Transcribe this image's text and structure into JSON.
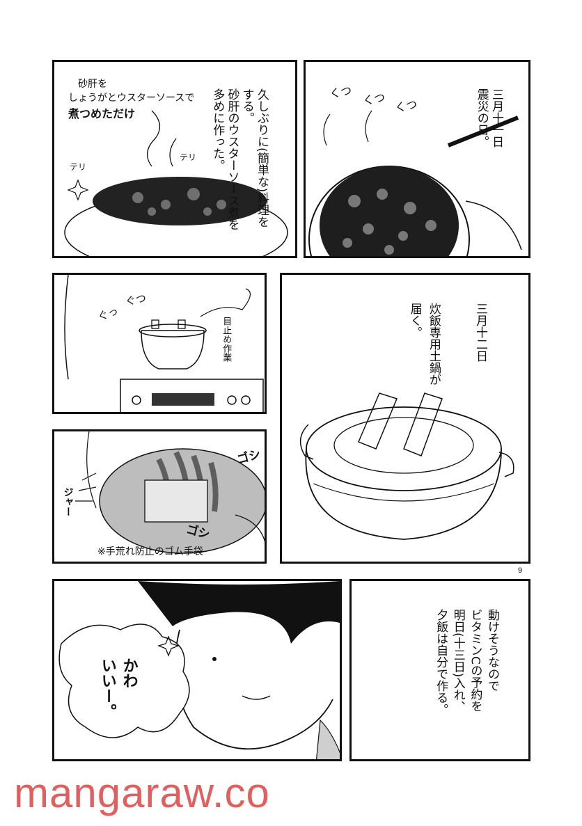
{
  "panel1": {
    "caption_lines": [
      "久しぶりに(簡単な)料理を",
      "する。",
      "砂肝のウスターソース煮を",
      "多めに作った。"
    ],
    "note_lines": [
      "砂肝を",
      "しょうがとウスターソースで",
      "煮つめただけ"
    ],
    "sfx_left": "テリ",
    "sfx_right": "テリ"
  },
  "panel2": {
    "caption_lines": [
      "三月十一日",
      "震災の日。"
    ],
    "sfx_1": "くつ",
    "sfx_2": "くつ",
    "sfx_3": "くつ"
  },
  "panel3": {
    "sfx_1": "ぐっ",
    "sfx_2": "ぐつ",
    "note": "目止め作業"
  },
  "panel4": {
    "caption_lines": [
      "三月十二日",
      "炊飯専用土鍋が",
      "届く。"
    ]
  },
  "panel5": {
    "sfx_splash": "ジャー",
    "sfx_rub_1": "ゴシ",
    "sfx_rub_2": "ゴシ",
    "footnote": "※手荒れ防止のゴム手袋"
  },
  "page_number": "9",
  "panel6": {
    "speech_lines": [
      "かわ",
      "いいー。"
    ]
  },
  "panel7": {
    "caption_lines": [
      "動けそうなので",
      "ビタミンCの予約を",
      "明日(十三日)入れ、",
      "夕飯は自分で作る。"
    ]
  },
  "watermark": "mangaraw.co"
}
